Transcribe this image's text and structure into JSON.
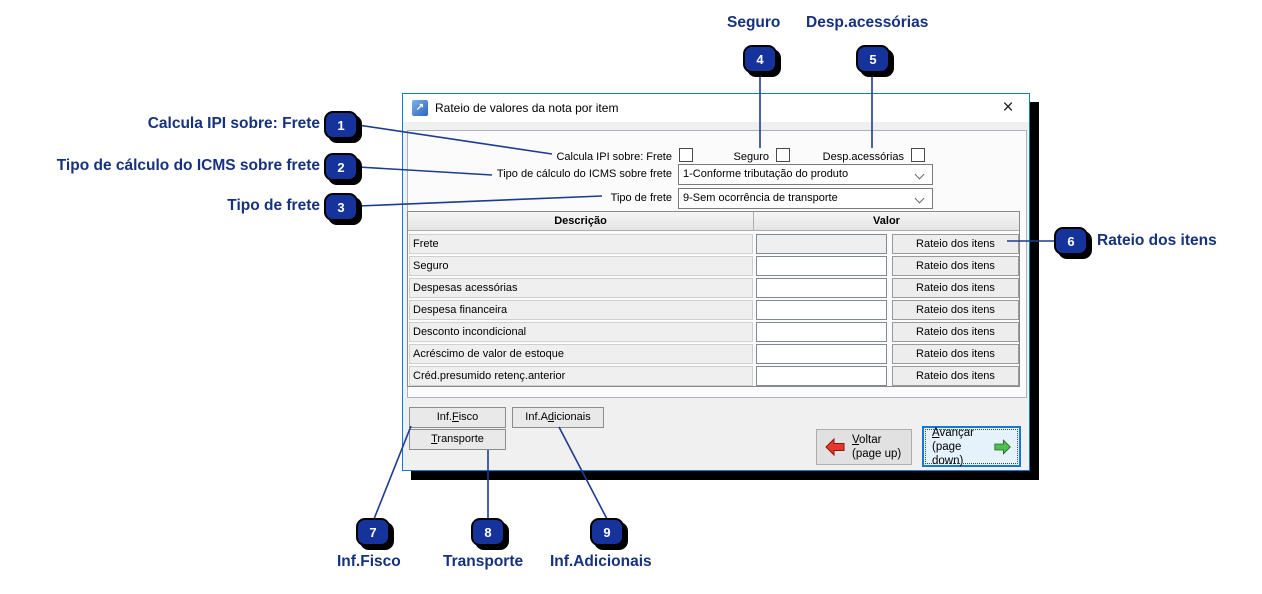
{
  "window": {
    "title": "Rateio de valores da nota por item",
    "close_glyph": "×",
    "app_icon_glyph": "↗"
  },
  "form": {
    "ipi_label": "Calcula IPI sobre: Frete",
    "seguro_label": "Seguro",
    "desp_label": "Desp.acessórias",
    "icms_label": "Tipo de cálculo do ICMS sobre frete",
    "icms_value": "1-Conforme tributação do produto",
    "frete_label": "Tipo de frete",
    "frete_value": "9-Sem ocorrência de transporte",
    "checkboxes_checked": {
      "ipi_frete": false,
      "seguro": false,
      "desp_acessorias": false
    }
  },
  "table": {
    "headers": [
      "Descrição",
      "Valor"
    ],
    "action_label": "Rateio dos itens",
    "rows": [
      {
        "label": "Frete",
        "value": "",
        "value_disabled": true
      },
      {
        "label": "Seguro",
        "value": "",
        "value_disabled": false
      },
      {
        "label": "Despesas acessórias",
        "value": "",
        "value_disabled": false
      },
      {
        "label": "Despesa financeira",
        "value": "",
        "value_disabled": false
      },
      {
        "label": "Desconto incondicional",
        "value": "",
        "value_disabled": false
      },
      {
        "label": "Acréscimo de valor de estoque",
        "value": "",
        "value_disabled": false
      },
      {
        "label": "Créd.presumido retenç.anterior",
        "value": "",
        "value_disabled": false
      }
    ]
  },
  "buttons": {
    "inf_fisco": {
      "pre": "Inf.",
      "key": "F",
      "post": "isco"
    },
    "inf_adicionais": {
      "pre": "Inf.A",
      "key": "d",
      "post": "icionais"
    },
    "transporte": {
      "pre": "",
      "key": "T",
      "post": "ransporte"
    },
    "voltar": {
      "key": "V",
      "post": "oltar",
      "sub": "(page up)"
    },
    "avancar": {
      "key": "A",
      "post": "vançar",
      "sub": "(page down)"
    }
  },
  "callouts": [
    {
      "n": "1",
      "label": "Calcula IPI sobre: Frete"
    },
    {
      "n": "2",
      "label": "Tipo de cálculo do ICMS sobre frete"
    },
    {
      "n": "3",
      "label": "Tipo de frete"
    },
    {
      "n": "4",
      "label": "Seguro"
    },
    {
      "n": "5",
      "label": "Desp.acessórias"
    },
    {
      "n": "6",
      "label": "Rateio dos itens"
    },
    {
      "n": "7",
      "label": "Inf.Fisco"
    },
    {
      "n": "8",
      "label": "Transporte"
    },
    {
      "n": "9",
      "label": "Inf.Adicionais"
    }
  ],
  "colors": {
    "callout_badge": "#16339c",
    "callout_text": "#16317d",
    "connector_line": "#1c3c8f",
    "window_border": "#0f7ad7",
    "window_shadow": "#000000",
    "default_button_bg": "#e5f1fb",
    "default_button_border": "#0f7ad7",
    "voltar_arrow": "#e8382c",
    "avancar_arrow": "#4cc14f"
  }
}
